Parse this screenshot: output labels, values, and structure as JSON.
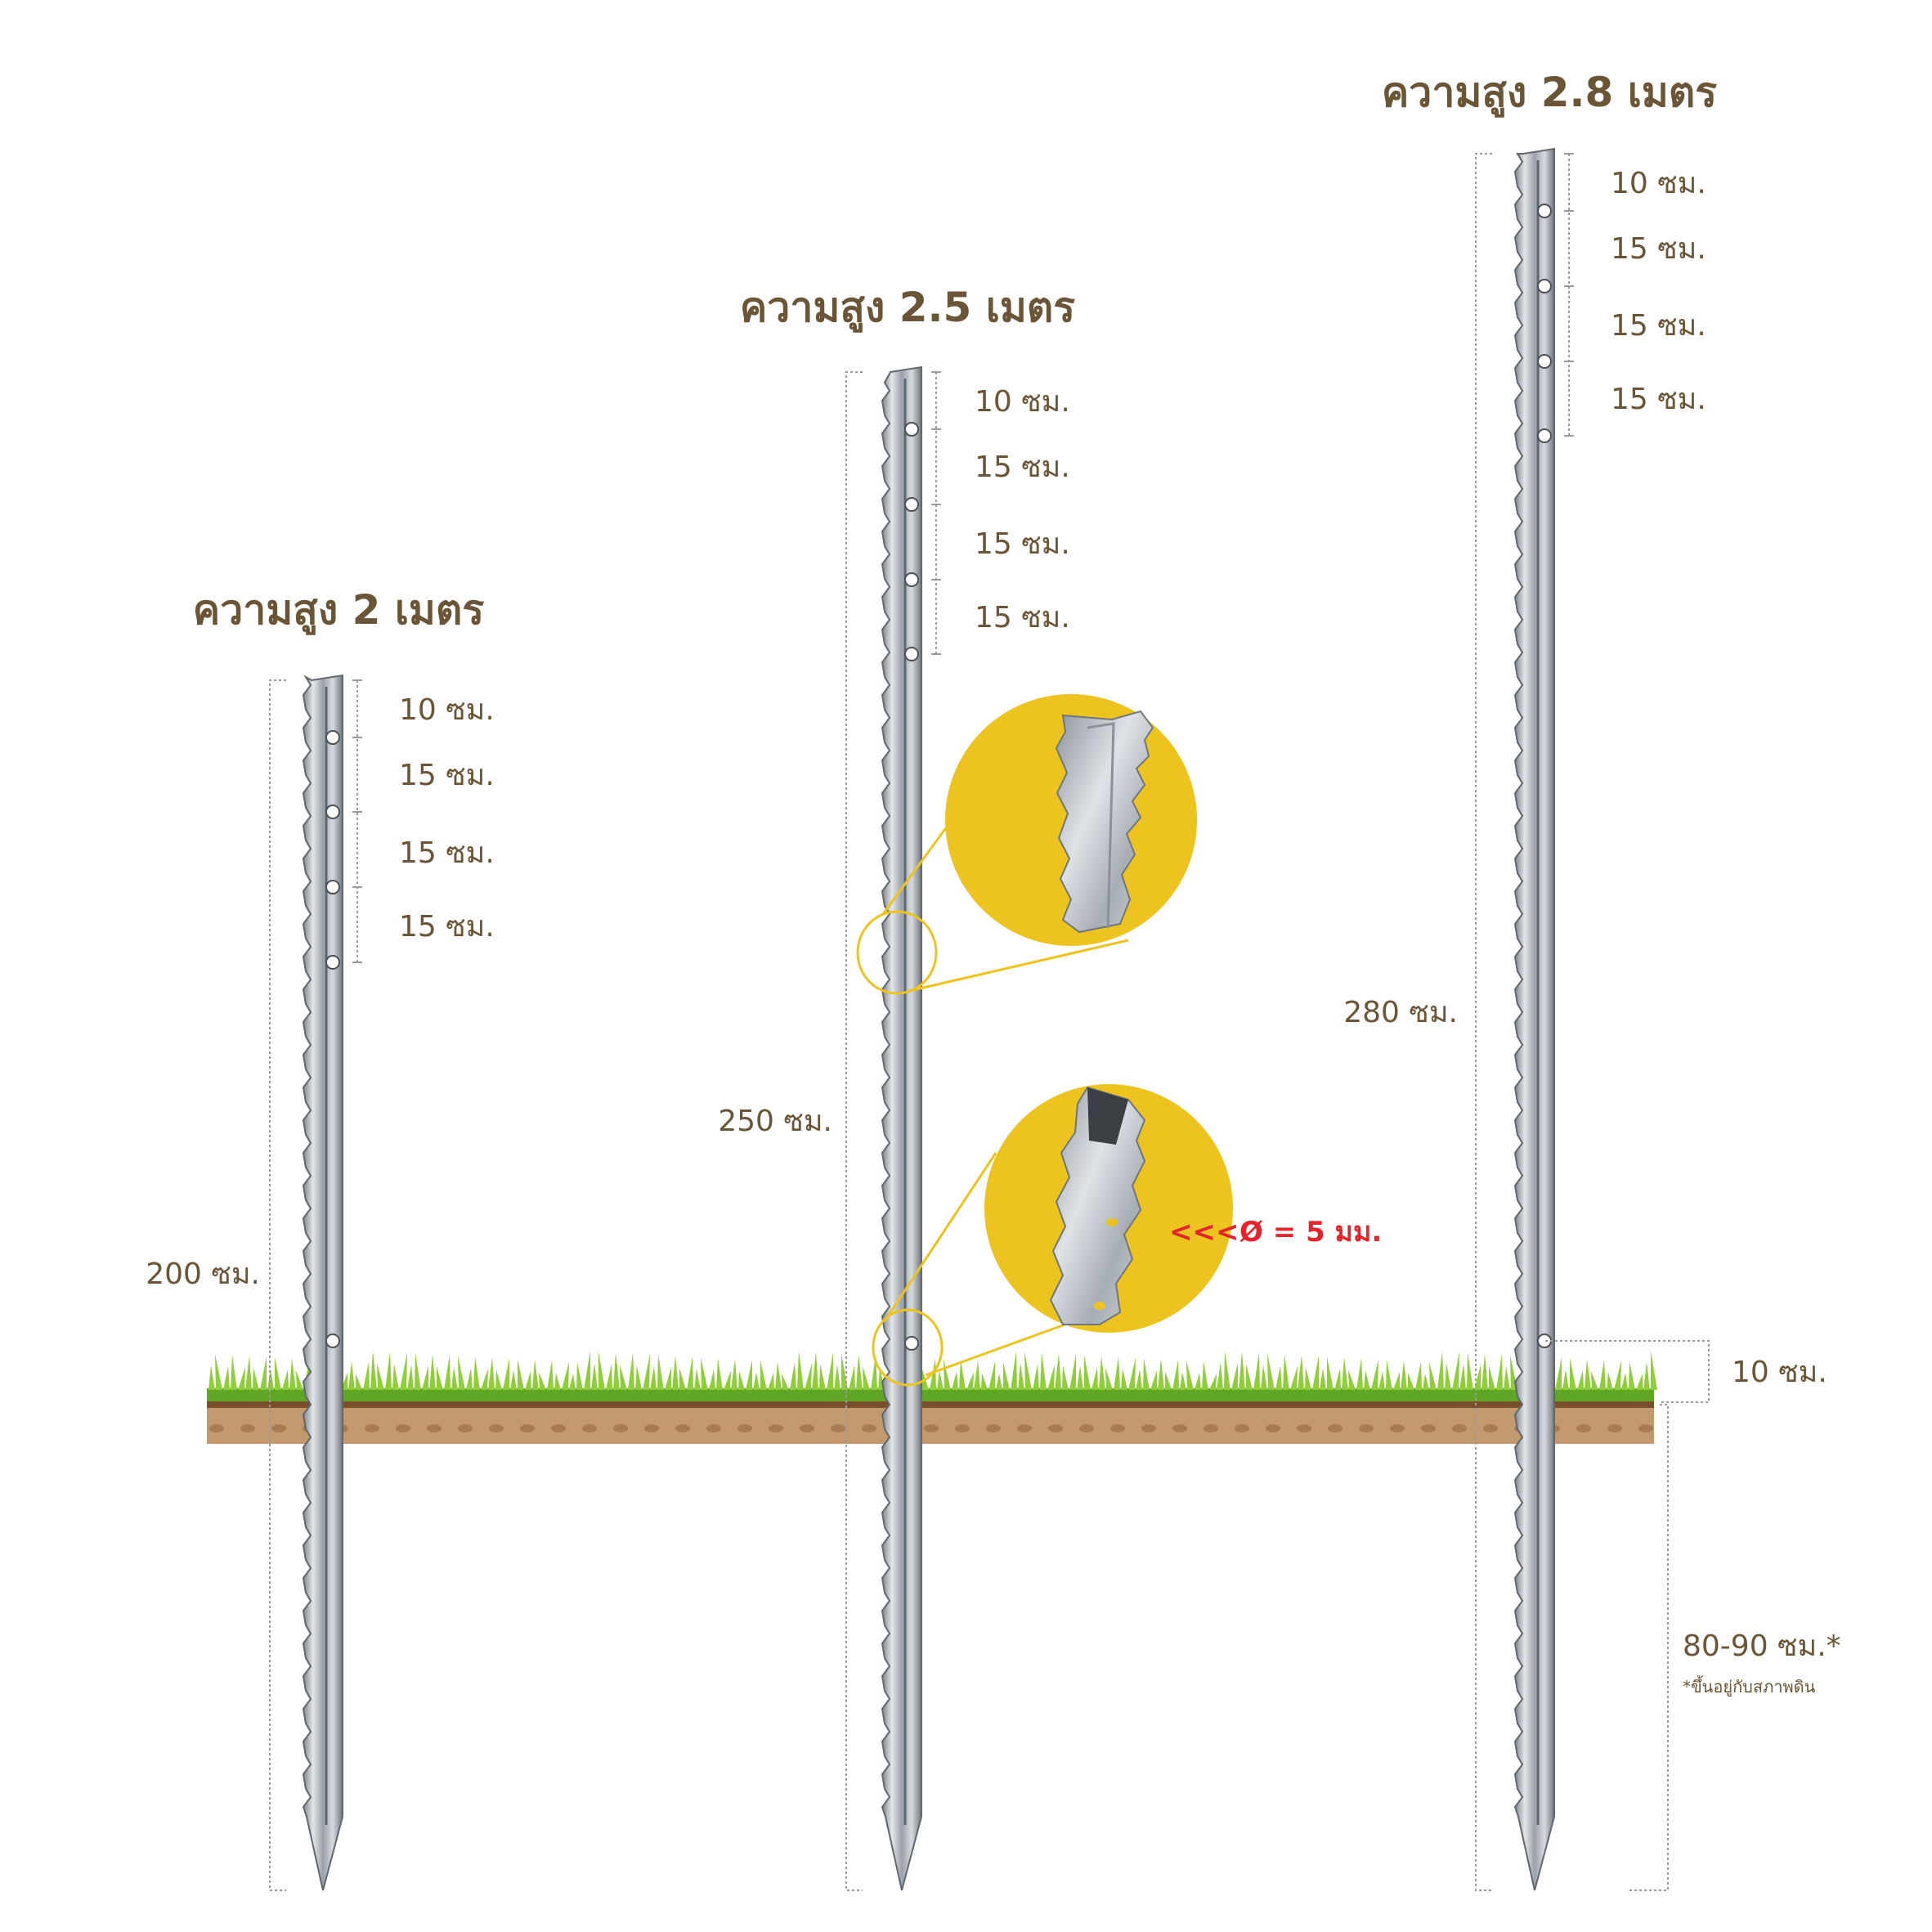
{
  "colors": {
    "text": "#6b5537",
    "accent": "#e3242b",
    "highlight": "#ecc31f",
    "grass": "#7cbf2e",
    "soil": "#c29a6e",
    "soil_top": "#7a4f2c",
    "post": "#b9bec4"
  },
  "posts": [
    {
      "title": "ความสูง 2 เมตร",
      "total_label": "200 ซม.",
      "segments": [
        "10 ซม.",
        "15 ซม.",
        "15 ซม.",
        "15 ซม."
      ]
    },
    {
      "title": "ความสูง 2.5 เมตร",
      "total_label": "250 ซม.",
      "segments": [
        "10 ซม.",
        "15 ซม.",
        "15 ซม.",
        "15 ซม."
      ]
    },
    {
      "title": "ความสูง 2.8 เมตร",
      "total_label": "280 ซม.",
      "segments": [
        "10 ซม.",
        "15 ซม.",
        "15 ซม.",
        "15 ซม."
      ]
    }
  ],
  "ground_hole_label": "10 ซม.",
  "burial_depth_label": "80-90 ซม.*",
  "burial_note": "*ขึ้นอยู่กับสภาพดิน",
  "hole_callout": {
    "arrow": "<<<",
    "diameter": "Ø = 5 มม."
  }
}
